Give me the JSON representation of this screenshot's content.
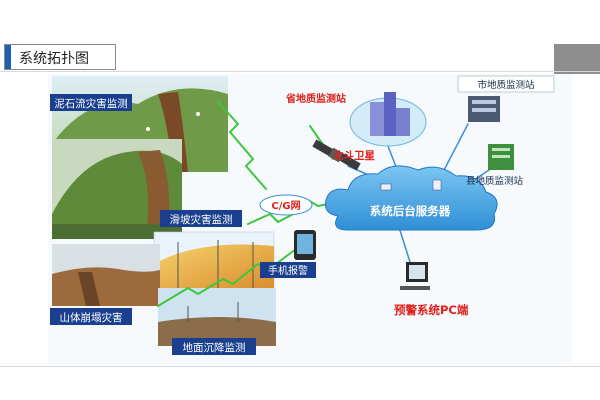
{
  "header": {
    "title": "系统拓扑图"
  },
  "diagram": {
    "nodes": {
      "debris_flow": "泥石流灾害监测",
      "landslide": "滑坡灾害监测",
      "collapse": "山体崩塌灾害",
      "subsidence": "地面沉降监测",
      "province_station": "省地质监测站",
      "city_station": "市地质监测站",
      "county_station": "县地质监测站",
      "beidou_satellite": "北斗卫星",
      "cgsm": "C/G网",
      "server": "系统后台服务器",
      "mobile_alarm": "手机报警",
      "warning_pc": "预警系统PC端"
    }
  },
  "colors": {
    "label_bg": "#1a3f8f",
    "label_text": "#ffffff",
    "red_text": "#e0201b",
    "cloud": "#4aa8e6",
    "link_green": "#3cc83c",
    "link_blue": "#3a8fd6"
  }
}
